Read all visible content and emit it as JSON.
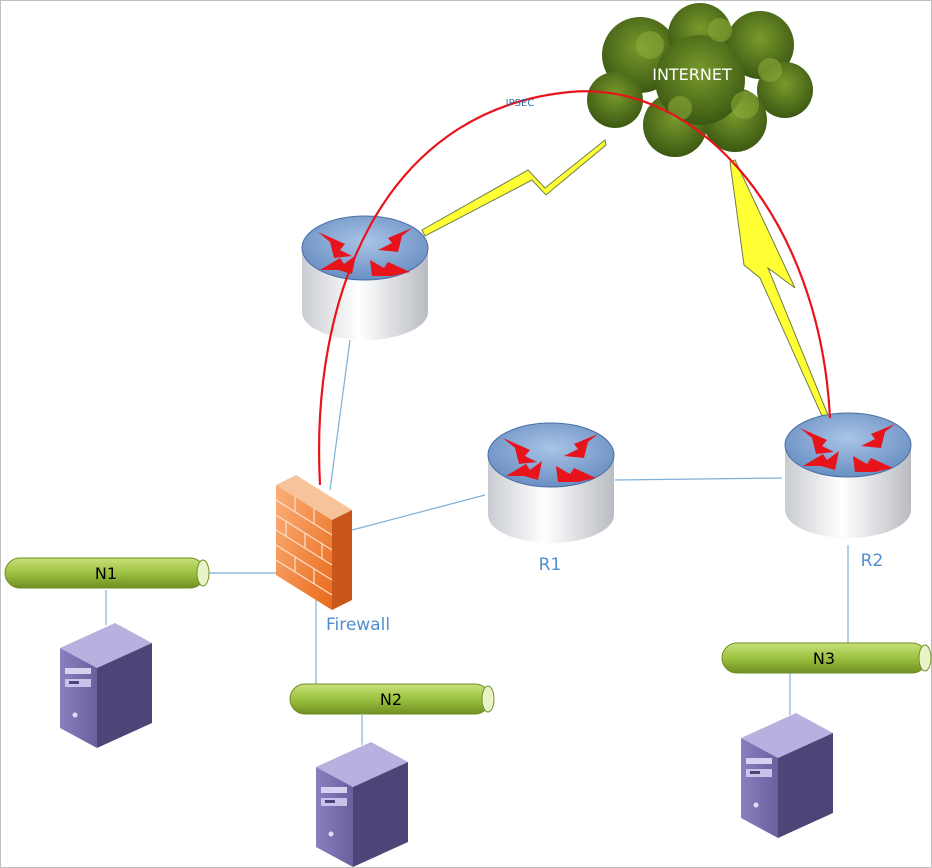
{
  "labels": {
    "internet": "INTERNET",
    "ipsec": "IPSEC",
    "r1": "R1",
    "r2": "R2",
    "firewall": "Firewall",
    "n1": "N1",
    "n2": "N2",
    "n3": "N3"
  },
  "colors": {
    "link": "#7fb0d8",
    "tunnel": "#e8141c",
    "lightning": "#ffff33",
    "segment": "#8fb53a",
    "cloud": "#4a6d1a",
    "router_top": "#7fa6d4",
    "arrows": "#e8141c",
    "server": "#6b5f9e"
  },
  "icons": [
    "cloud-icon",
    "router-icon",
    "firewall-icon",
    "server-icon",
    "lightning-link-icon"
  ]
}
